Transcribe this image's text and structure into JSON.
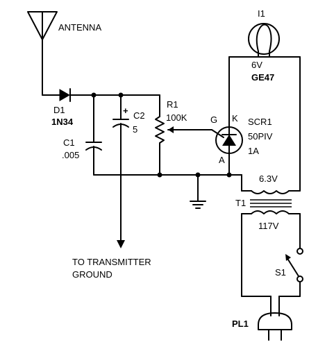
{
  "labels": {
    "antenna": "ANTENNA",
    "lamp_ref": "I1",
    "lamp_voltage": "6V",
    "lamp_part": "GE47",
    "d1_ref": "D1",
    "d1_part": "1N34",
    "c2_polarity": "+",
    "c2_ref": "C2",
    "c2_value": "5",
    "c1_ref": "C1",
    "c1_value": ".005",
    "r1_ref": "R1",
    "r1_value": "100K",
    "gate": "G",
    "cathode": "K",
    "anode": "A",
    "scr_ref": "SCR1",
    "scr_rating": "50PIV",
    "scr_current": "1A",
    "t1_secondary": "6.3V",
    "t1_ref": "T1",
    "t1_primary": "117V",
    "s1_ref": "S1",
    "pl1_ref": "PL1",
    "ground_line1": "TO TRANSMITTER",
    "ground_line2": "GROUND"
  }
}
